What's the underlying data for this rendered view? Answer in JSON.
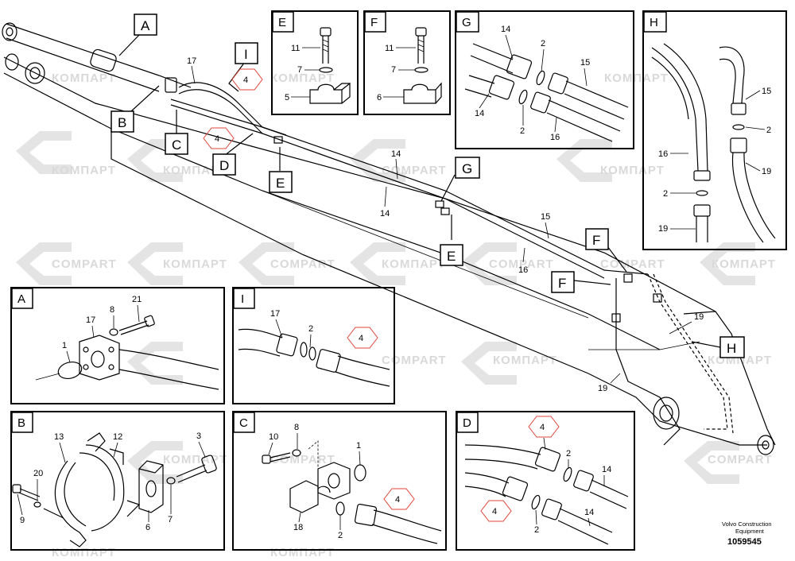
{
  "watermark": {
    "cyrillic": "КОМПАРТ",
    "latin": "COMPART"
  },
  "panels": {
    "A": "A",
    "B": "B",
    "C": "C",
    "D": "D",
    "E": "E",
    "F": "F",
    "G": "G",
    "H": "H",
    "I": "I"
  },
  "main_callouts": {
    "A": "A",
    "B": "B",
    "C": "C",
    "D": "D",
    "I": "I",
    "E1": "E",
    "E2": "E",
    "G": "G",
    "F1": "F",
    "F2": "F",
    "H": "H"
  },
  "main_numbers": {
    "n17": "17",
    "n4a": "4",
    "n4b": "4",
    "n14a": "14",
    "n14b": "14",
    "n15": "15",
    "n16": "16",
    "n19a": "19",
    "n19b": "19"
  },
  "panel_E": {
    "n11": "11",
    "n7": "7",
    "n5": "5"
  },
  "panel_F": {
    "n11": "11",
    "n7": "7",
    "n6": "6"
  },
  "panel_G": {
    "n14a": "14",
    "n2a": "2",
    "n15": "15",
    "n14b": "14",
    "n2b": "2",
    "n16": "16"
  },
  "panel_H": {
    "n15": "15",
    "n2a": "2",
    "n16": "16",
    "n19a": "19",
    "n2b": "2",
    "n19b": "19"
  },
  "panel_A": {
    "n17": "17",
    "n8": "8",
    "n21": "21",
    "n1": "1"
  },
  "panel_I": {
    "n17": "17",
    "n2": "2",
    "n4": "4"
  },
  "panel_B": {
    "n13": "13",
    "n12": "12",
    "n3": "3",
    "n20": "20",
    "n9": "9",
    "n6": "6",
    "n7": "7"
  },
  "panel_C": {
    "n10": "10",
    "n8": "8",
    "n1": "1",
    "n4": "4",
    "n18": "18",
    "n2": "2"
  },
  "panel_D": {
    "n4a": "4",
    "n2a": "2",
    "n14a": "14",
    "n4b": "4",
    "n14b": "14",
    "n2b": "2"
  },
  "footer": {
    "brand": "Volvo Construction",
    "brand2": "Equipment",
    "code": "1059545"
  }
}
